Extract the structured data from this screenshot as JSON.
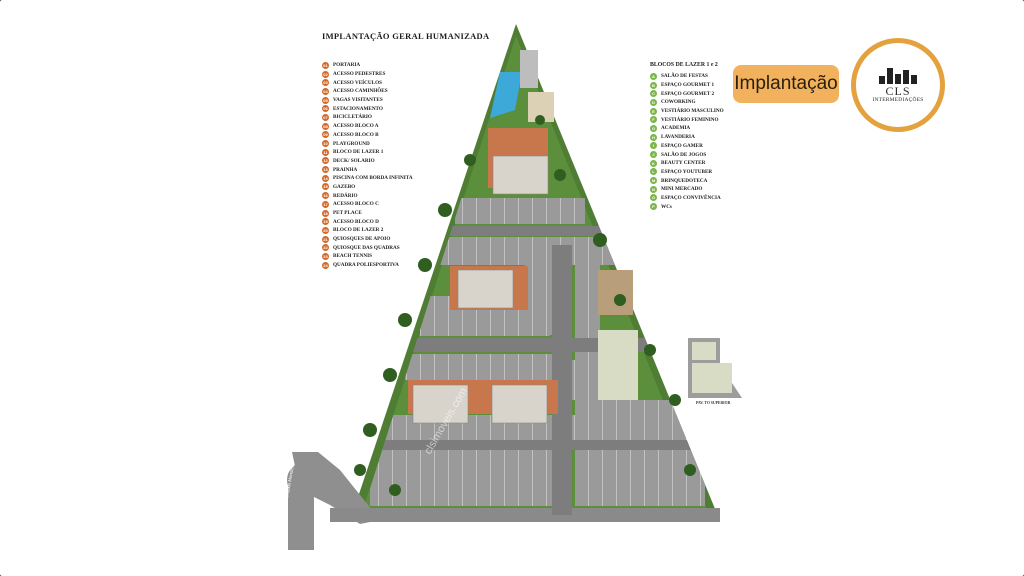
{
  "title": "IMPLANTAÇÃO GERAL HUMANIZADA",
  "badge": "Implantação",
  "logo": {
    "name": "CLS",
    "sub": "INTERMEDIAÇÕES"
  },
  "legend_left": {
    "items": [
      {
        "n": "01",
        "label": "PORTARIA"
      },
      {
        "n": "02",
        "label": "ACESSO PEDESTRES"
      },
      {
        "n": "03",
        "label": "ACESSO VEÍCULOS"
      },
      {
        "n": "04",
        "label": "ACESSO CAMINHÕES"
      },
      {
        "n": "05",
        "label": "VAGAS VISITANTES"
      },
      {
        "n": "06",
        "label": "ESTACIONAMENTO"
      },
      {
        "n": "07",
        "label": "BICICLETÁRIO"
      },
      {
        "n": "08",
        "label": "ACESSO BLOCO A"
      },
      {
        "n": "09",
        "label": "ACESSO BLOCO B"
      },
      {
        "n": "10",
        "label": "PLAYGROUND"
      },
      {
        "n": "11",
        "label": "BLOCO DE LAZER 1"
      },
      {
        "n": "12",
        "label": "DECK/ SOLARIO"
      },
      {
        "n": "13",
        "label": "PRAINHA"
      },
      {
        "n": "14",
        "label": "PISCINA COM BORDA INFINITA"
      },
      {
        "n": "15",
        "label": "GAZEBO"
      },
      {
        "n": "16",
        "label": "REDÁRIO"
      },
      {
        "n": "17",
        "label": "ACESSO BLOCO C"
      },
      {
        "n": "18",
        "label": "PET PLACE"
      },
      {
        "n": "19",
        "label": "ACESSO BLOCO D"
      },
      {
        "n": "20",
        "label": "BLOCO DE LAZER 2"
      },
      {
        "n": "21",
        "label": "QUIOSQUES DE APOIO"
      },
      {
        "n": "22",
        "label": "QUIOSQUE DAS QUADRAS"
      },
      {
        "n": "23",
        "label": "BEACH TENNIS"
      },
      {
        "n": "24",
        "label": "QUADRA POLIESPORTIVA"
      }
    ]
  },
  "legend_right": {
    "heading": "BLOCOS DE LAZER 1 e 2",
    "items": [
      {
        "n": "A",
        "label": "SALÃO DE FESTAS"
      },
      {
        "n": "B",
        "label": "ESPAÇO GOURMET 1"
      },
      {
        "n": "C",
        "label": "ESPAÇO GOURMET 2"
      },
      {
        "n": "D",
        "label": "COWORKING"
      },
      {
        "n": "E",
        "label": "VESTIÁRIO MASCULINO"
      },
      {
        "n": "F",
        "label": "VESTIÁRIO FEMININO"
      },
      {
        "n": "G",
        "label": "ACADEMIA"
      },
      {
        "n": "H",
        "label": "LAVANDERIA"
      },
      {
        "n": "I",
        "label": "ESPAÇO GAMER"
      },
      {
        "n": "J",
        "label": "SALÃO DE JOGOS"
      },
      {
        "n": "K",
        "label": "BEAUTY CENTER"
      },
      {
        "n": "L",
        "label": "ESPAÇO YOUTUBER"
      },
      {
        "n": "M",
        "label": "BRINQUEDOTECA"
      },
      {
        "n": "N",
        "label": "MINI MERCADO"
      },
      {
        "n": "O",
        "label": "ESPAÇO CONVIVÊNCIA"
      },
      {
        "n": "P",
        "label": "WCs"
      }
    ]
  },
  "inset_caption": "PAV. TO SUPERIOR",
  "street_label": "Rua Bernardo Mendes",
  "watermark": "clsimoveis.com",
  "colors": {
    "orange": "#d06a2c",
    "green": "#7ab648",
    "badge": "#f2b15c",
    "logo_ring": "#e4a23e"
  }
}
